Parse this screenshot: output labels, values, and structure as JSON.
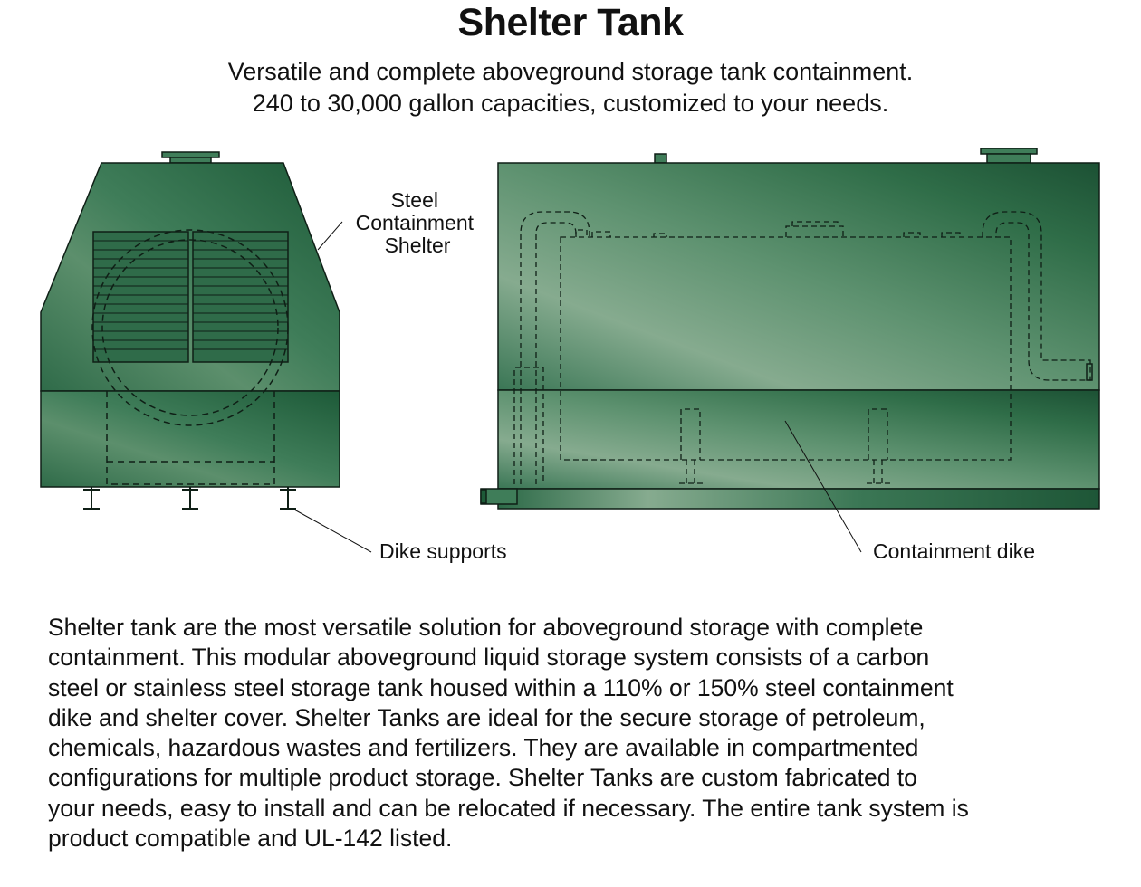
{
  "header": {
    "title": "Shelter Tank",
    "subtitle_lines": [
      "Versatile and complete aboveground storage tank containment.",
      "240 to 30,000 gallon capacities, customized to your needs."
    ]
  },
  "diagram": {
    "callouts": {
      "shelter": [
        "Steel",
        "Containment",
        "Shelter"
      ],
      "dike_supports": "Dike supports",
      "containment_dike": "Containment dike"
    },
    "colors": {
      "tank_green_dark": "#1d5a38",
      "tank_green_mid": "#3f7d59",
      "tank_green_light": "#86ab8f",
      "outline": "#0f1f16"
    }
  },
  "description": {
    "lines": [
      "Shelter tank are the most versatile solution for aboveground storage with complete",
      "containment. This modular aboveground liquid storage system consists of a carbon",
      "steel or stainless steel storage tank housed within a 110% or 150% steel containment",
      "dike and shelter cover. Shelter Tanks are ideal for the secure storage of petroleum,",
      "chemicals, hazardous wastes and fertilizers. They are available in compartmented",
      "configurations for multiple product storage. Shelter Tanks are custom fabricated to",
      "your needs, easy to install and can be relocated if necessary. The entire tank system is",
      "product compatible and UL-142 listed."
    ]
  }
}
